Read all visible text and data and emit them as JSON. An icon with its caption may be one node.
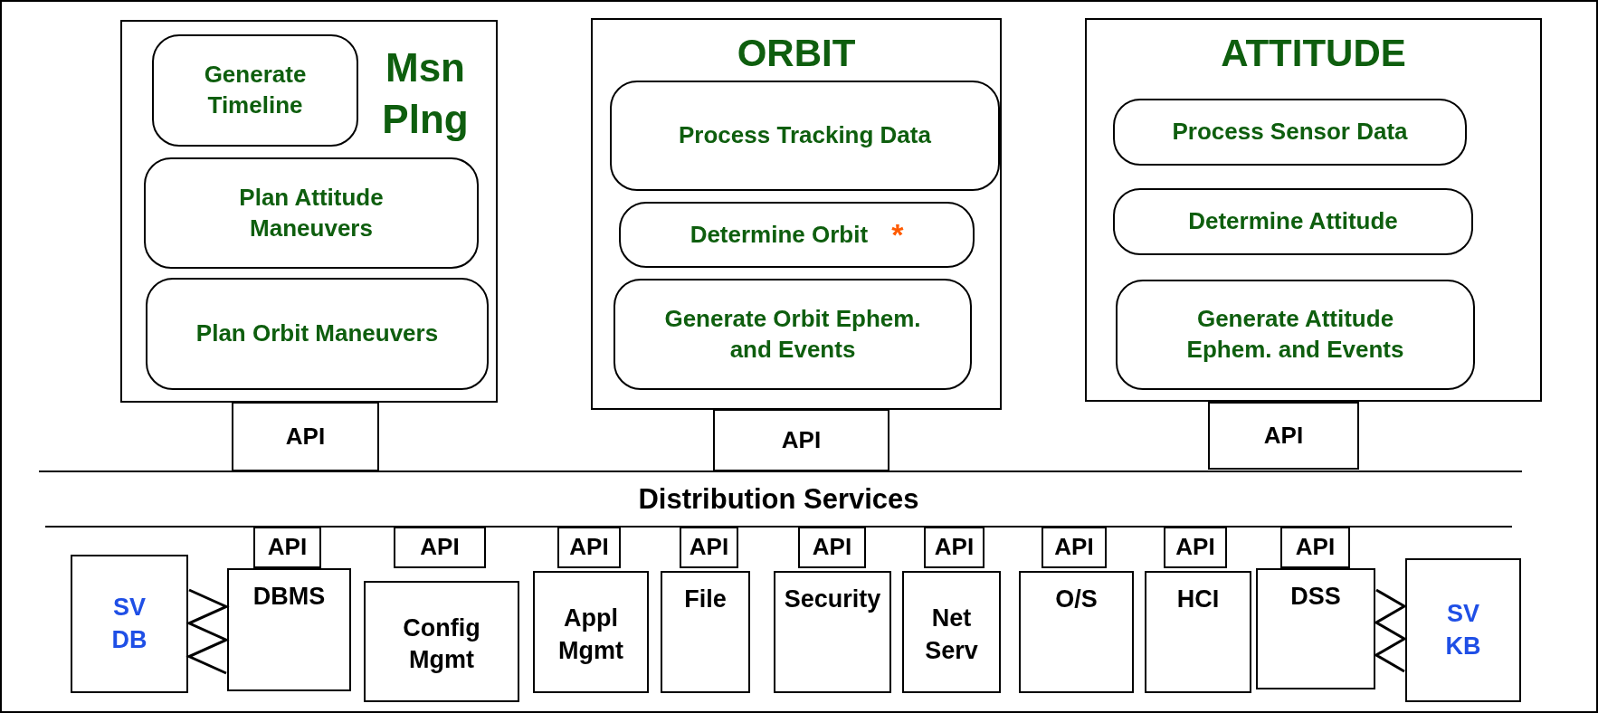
{
  "diagram": {
    "nodes": [
      {
        "text": [
          "Msn Plng"
        ]
      },
      {
        "text": [
          "Generate Timeline"
        ],
        "in": 0
      },
      {
        "text": [
          "Plan Attitude Maneuvers"
        ],
        "in": 0
      },
      {
        "text": [
          "Plan Orbit Maneuvers"
        ],
        "in": 0
      },
      {
        "text": [
          "API"
        ]
      },
      {
        "text": [
          "ORBIT"
        ]
      },
      {
        "text": [
          "Process Tracking Data"
        ],
        "in": 5
      },
      {
        "text": [
          "Determine Orbit",
          "*"
        ],
        "in": 5
      },
      {
        "text": [
          "Generate Orbit Ephem. and Events"
        ],
        "in": 5
      },
      {
        "text": [
          "API"
        ]
      },
      {
        "text": [
          "ATTITUDE"
        ]
      },
      {
        "text": [
          "Process Sensor Data"
        ],
        "in": 10
      },
      {
        "text": [
          "Determine Attitude"
        ],
        "in": 10
      },
      {
        "text": [
          "Generate Attitude Ephem. and Events"
        ],
        "in": 10
      },
      {
        "text": [
          "API"
        ]
      },
      {
        "text": [
          "Distribution Services"
        ]
      },
      {
        "text": [
          "SV DB"
        ]
      },
      {
        "text": [
          "API"
        ]
      },
      {
        "text": [
          "DBMS"
        ]
      },
      {
        "text": [
          "API"
        ]
      },
      {
        "text": [
          "Config Mgmt"
        ]
      },
      {
        "text": [
          "API"
        ]
      },
      {
        "text": [
          "Appl Mgmt"
        ]
      },
      {
        "text": [
          "API"
        ]
      },
      {
        "text": [
          "File"
        ]
      },
      {
        "text": [
          "API"
        ]
      },
      {
        "text": [
          "Security"
        ]
      },
      {
        "text": [
          "API"
        ]
      },
      {
        "text": [
          "Net Serv"
        ]
      },
      {
        "text": [
          "API"
        ]
      },
      {
        "text": [
          "O/S"
        ]
      },
      {
        "text": [
          "API"
        ]
      },
      {
        "text": [
          "HCI"
        ]
      },
      {
        "text": [
          "API"
        ]
      },
      {
        "text": [
          "DSS"
        ]
      },
      {
        "text": [
          "SV KB"
        ]
      }
    ],
    "edges": [
      {
        "from": 16,
        "to": 18,
        "arrow": "none"
      },
      {
        "from": 34,
        "to": 35,
        "arrow": "none"
      }
    ]
  }
}
